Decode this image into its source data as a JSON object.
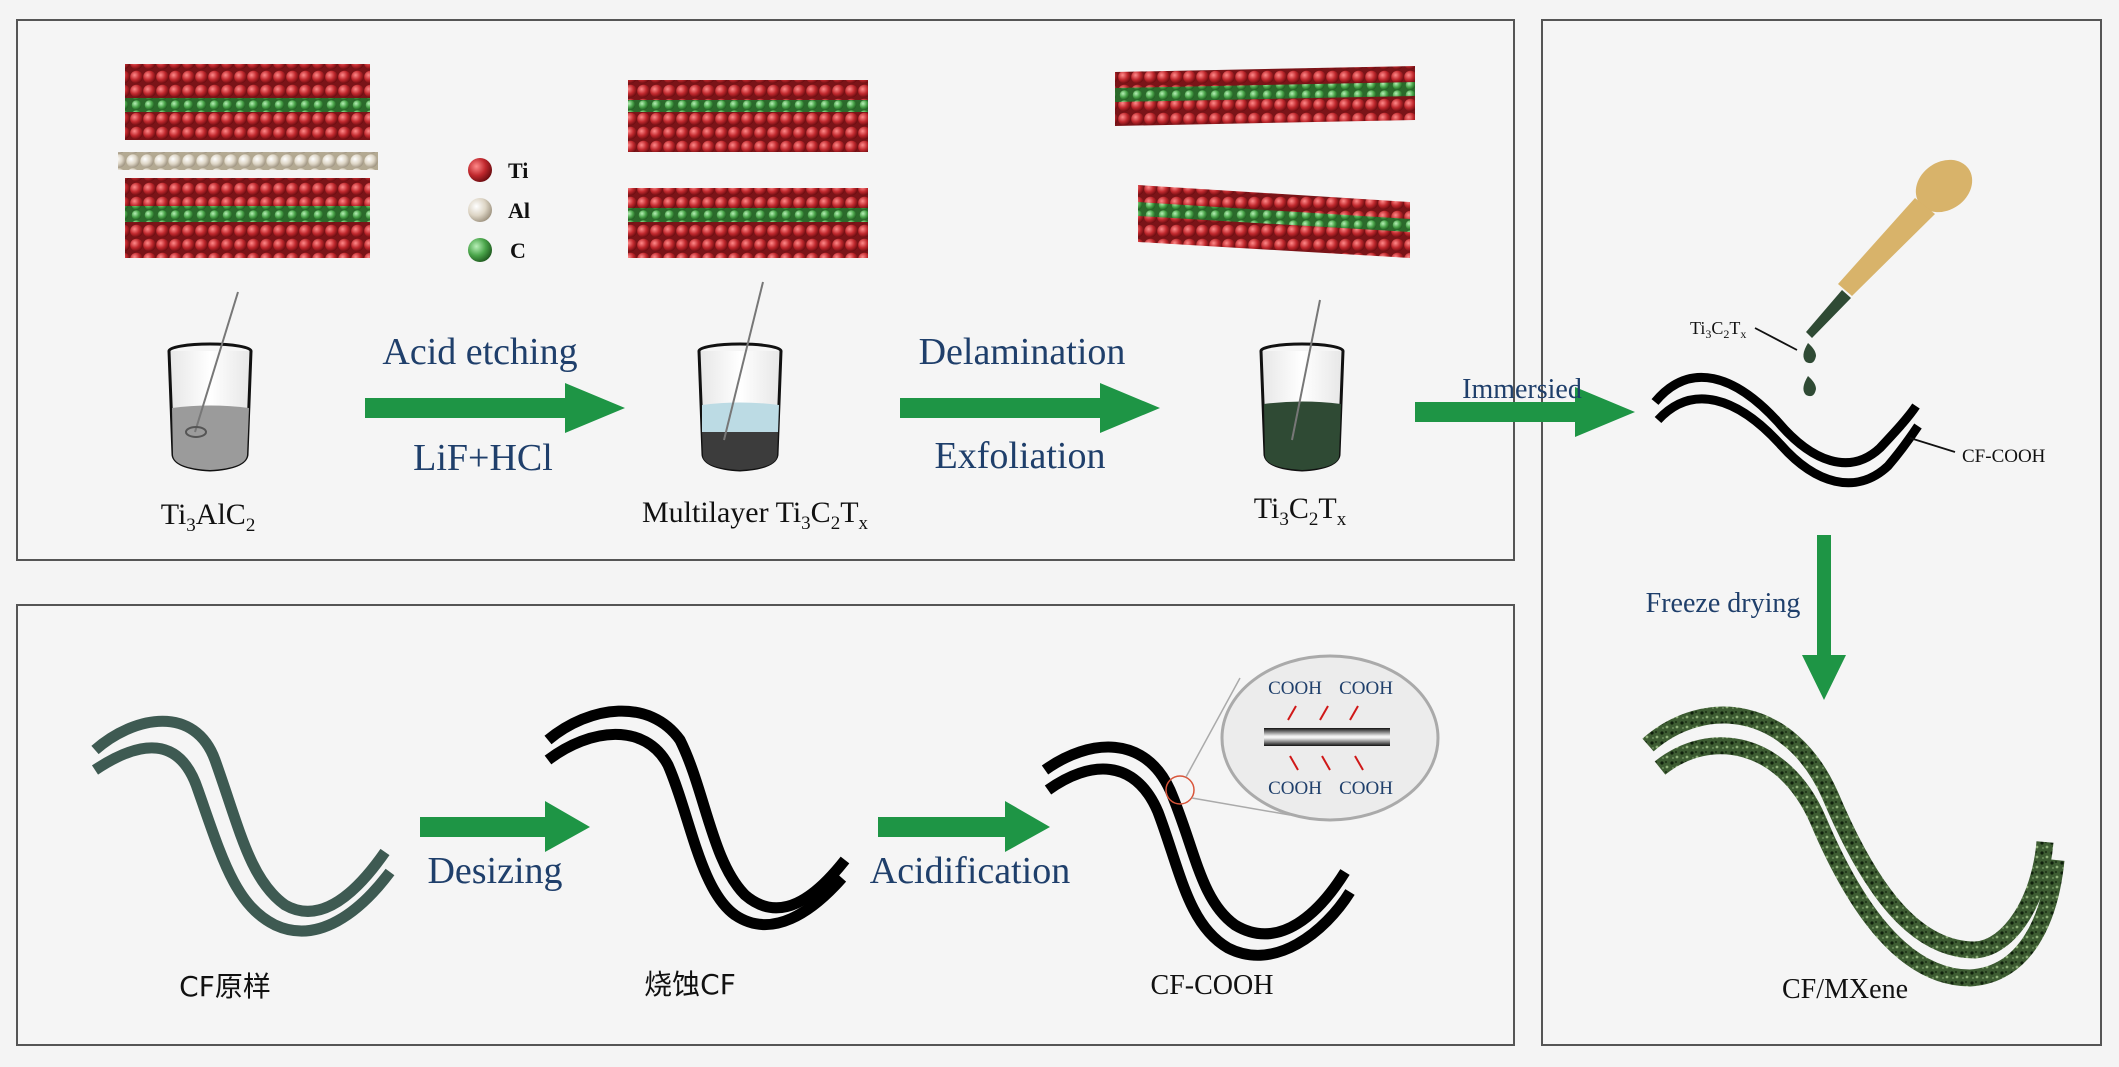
{
  "legend": [
    {
      "label": "Ti",
      "color": "#c0282d"
    },
    {
      "label": "Al",
      "color": "#ddd5c5"
    },
    {
      "label": "C",
      "color": "#4aa54a"
    }
  ],
  "top_panel": {
    "stage1_label": {
      "main": "Ti",
      "s1": "3",
      "m2": "AlC",
      "s2": "2"
    },
    "step1": {
      "top": "Acid etching",
      "bottom": "LiF+HCl"
    },
    "stage2_label": {
      "pre": "Multilayer Ti",
      "s1": "3",
      "m2": "C",
      "s2": "2",
      "m3": "T",
      "s3": "x"
    },
    "step2": {
      "top": "Delamination",
      "bottom": "Exfoliation"
    },
    "stage3_label": {
      "main": "Ti",
      "s1": "3",
      "m2": "C",
      "s2": "2",
      "m3": "T",
      "s3": "x"
    }
  },
  "right_panel": {
    "immersed": "Immersied",
    "dropper_label": {
      "main": "Ti",
      "s1": "3",
      "m2": "C",
      "s2": "2",
      "m3": "T",
      "s3": "x"
    },
    "fiber_label": "CF-COOH",
    "freeze": "Freeze drying",
    "product": "CF/MXene"
  },
  "bottom_panel": {
    "stage1": "CF原样",
    "step1": "Desizing",
    "stage2": "烧蚀CF",
    "step2": "Acidification",
    "stage3": "CF-COOH",
    "cooh": [
      "COOH",
      "COOH",
      "COOH",
      "COOH"
    ]
  },
  "colors": {
    "arrow": "#1e9545",
    "step_text": "#1f3f6b",
    "frame": "#555555",
    "raw_fiber": "#3e5a52",
    "fiber": "#000000",
    "mxene_fiber": "#3d5c32",
    "dropper": "#d8b36a",
    "liquid_dark": "#2f4a34"
  }
}
